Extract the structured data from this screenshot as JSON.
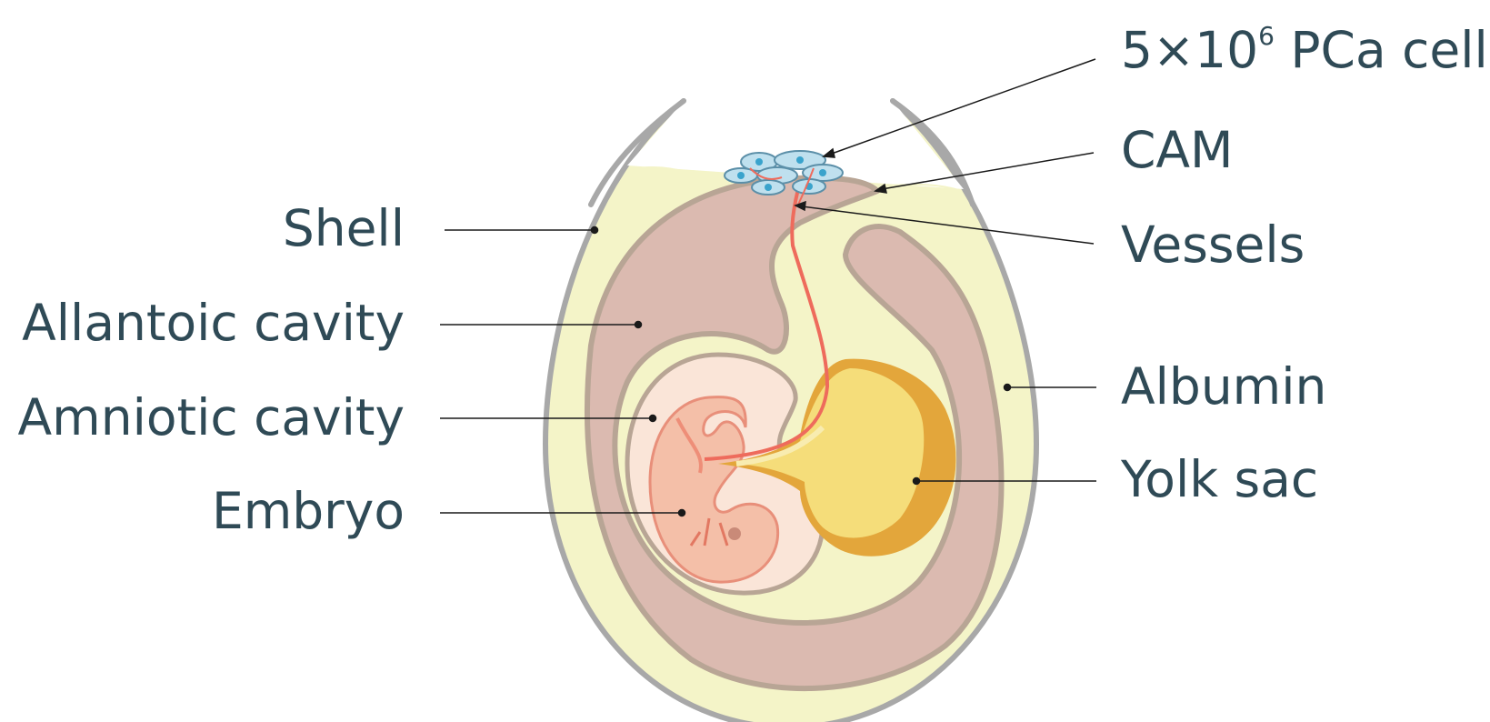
{
  "labels": {
    "cells_prefix": "5×10",
    "cells_exp": "6",
    "cells_suffix": " PCa cells",
    "cam": "CAM",
    "vessels": "Vessels",
    "albumin": "Albumin",
    "yolk_sac": "Yolk sac",
    "shell": "Shell",
    "allantoic": "Allantoic cavity",
    "amniotic": "Amniotic cavity",
    "embryo": "Embryo"
  },
  "colors": {
    "text": "#2f4a56",
    "shell": "#a8a8a8",
    "albumin": "#f4f4c8",
    "allantoic": "#dbbab0",
    "membrane": "#b8a595",
    "amnion": "#fae5d8",
    "embryo": "#f4bfa8",
    "yolk": "#f5dd7a",
    "yolk_dark": "#e3a63b",
    "vessel": "#ee6b5c",
    "cells": "#bfe0ee"
  }
}
